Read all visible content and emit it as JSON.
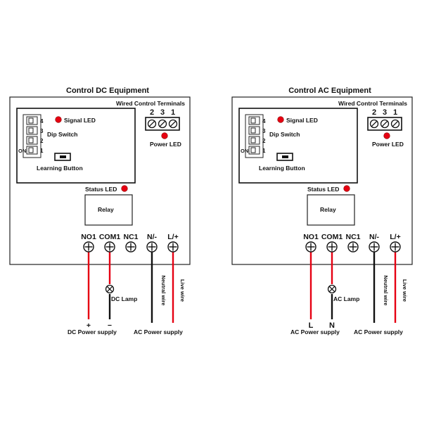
{
  "colors": {
    "line": "#111111",
    "red": "#e60012",
    "wire_black": "#111111"
  },
  "panels": [
    {
      "title": "Control DC Equipment",
      "wired_terminals": "Wired Control Terminals",
      "wired_numbers": [
        "2",
        "3",
        "1"
      ],
      "power_led": "Power LED",
      "signal_led": "Signal LED",
      "dip_switch": "Dip Switch",
      "dip_numbers": [
        "4",
        "3",
        "2",
        "1"
      ],
      "dip_on": "ON",
      "learning_button": "Learning Button",
      "status_led": "Status LED",
      "relay": "Relay",
      "terminals": [
        "NO1",
        "COM1",
        "NC1",
        "N/-",
        "L/+"
      ],
      "lamp": "DC Lamp",
      "neutral_wire": "Neutral wire",
      "live_wire": "Live wire",
      "left_marks": [
        "+",
        "−"
      ],
      "left_supply": "DC Power supply",
      "right_supply": "AC Power supply"
    },
    {
      "title": "Control AC Equipment",
      "wired_terminals": "Wired Control Terminals",
      "wired_numbers": [
        "2",
        "3",
        "1"
      ],
      "power_led": "Power LED",
      "signal_led": "Signal LED",
      "dip_switch": "Dip Switch",
      "dip_numbers": [
        "4",
        "3",
        "2",
        "1"
      ],
      "dip_on": "ON",
      "learning_button": "Learning Button",
      "status_led": "Status LED",
      "relay": "Relay",
      "terminals": [
        "NO1",
        "COM1",
        "NC1",
        "N/-",
        "L/+"
      ],
      "lamp": "AC Lamp",
      "neutral_wire": "Neutral wire",
      "live_wire": "Live wire",
      "left_marks": [
        "L",
        "N"
      ],
      "left_supply": "AC Power supply",
      "right_supply": "AC Power supply"
    }
  ]
}
